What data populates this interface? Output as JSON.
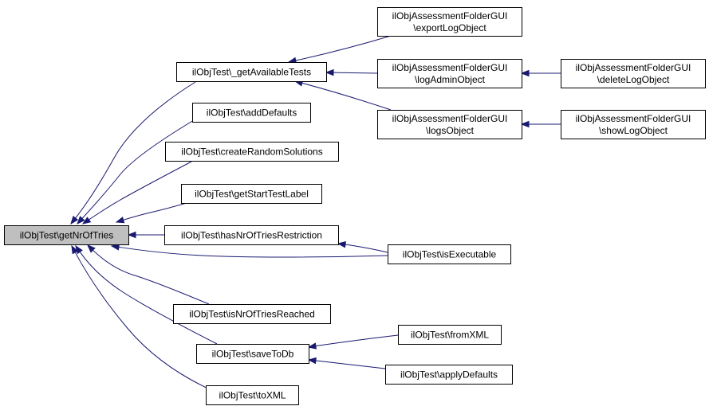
{
  "diagram": {
    "root": "n0",
    "colors": {
      "edge": "#191970",
      "root_fill": "#bfbfbf",
      "node_fill": "#ffffff",
      "border": "#000000"
    },
    "nodes": [
      {
        "id": "n0",
        "lines": [
          "ilObjTest\\getNrOfTries"
        ]
      },
      {
        "id": "n1",
        "lines": [
          "ilObjTest\\_getAvailableTests"
        ]
      },
      {
        "id": "n2",
        "lines": [
          "ilObjTest\\addDefaults"
        ]
      },
      {
        "id": "n3",
        "lines": [
          "ilObjTest\\createRandomSolutions"
        ]
      },
      {
        "id": "n4",
        "lines": [
          "ilObjTest\\getStartTestLabel"
        ]
      },
      {
        "id": "n5",
        "lines": [
          "ilObjTest\\hasNrOfTriesRestriction"
        ]
      },
      {
        "id": "n6",
        "lines": [
          "ilObjTest\\isExecutable"
        ]
      },
      {
        "id": "n7",
        "lines": [
          "ilObjTest\\isNrOfTriesReached"
        ]
      },
      {
        "id": "n8",
        "lines": [
          "ilObjTest\\saveToDb"
        ]
      },
      {
        "id": "n9",
        "lines": [
          "ilObjTest\\toXML"
        ]
      },
      {
        "id": "n10",
        "lines": [
          "ilObjAssessmentFolderGUI",
          "\\exportLogObject"
        ]
      },
      {
        "id": "n11",
        "lines": [
          "ilObjAssessmentFolderGUI",
          "\\logAdminObject"
        ]
      },
      {
        "id": "n12",
        "lines": [
          "ilObjAssessmentFolderGUI",
          "\\logsObject"
        ]
      },
      {
        "id": "n13",
        "lines": [
          "ilObjAssessmentFolderGUI",
          "\\deleteLogObject"
        ]
      },
      {
        "id": "n14",
        "lines": [
          "ilObjAssessmentFolderGUI",
          "\\showLogObject"
        ]
      },
      {
        "id": "n15",
        "lines": [
          "ilObjTest\\fromXML"
        ]
      },
      {
        "id": "n16",
        "lines": [
          "ilObjTest\\applyDefaults"
        ]
      }
    ],
    "edges": [
      {
        "from": "n1",
        "to": "n0"
      },
      {
        "from": "n2",
        "to": "n0"
      },
      {
        "from": "n3",
        "to": "n0"
      },
      {
        "from": "n4",
        "to": "n0"
      },
      {
        "from": "n5",
        "to": "n0"
      },
      {
        "from": "n6",
        "to": "n0"
      },
      {
        "from": "n7",
        "to": "n0"
      },
      {
        "from": "n8",
        "to": "n0"
      },
      {
        "from": "n9",
        "to": "n0"
      },
      {
        "from": "n10",
        "to": "n1"
      },
      {
        "from": "n11",
        "to": "n1"
      },
      {
        "from": "n12",
        "to": "n1"
      },
      {
        "from": "n13",
        "to": "n11"
      },
      {
        "from": "n14",
        "to": "n12"
      },
      {
        "from": "n6",
        "to": "n5"
      },
      {
        "from": "n15",
        "to": "n8"
      },
      {
        "from": "n16",
        "to": "n8"
      }
    ]
  }
}
